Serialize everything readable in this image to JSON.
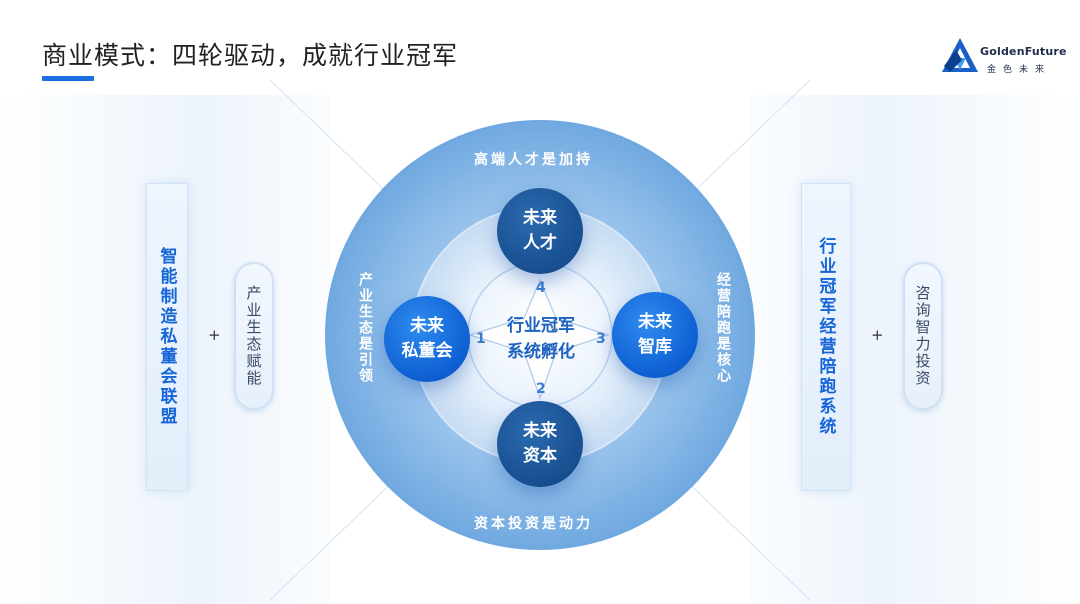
{
  "header": {
    "title": "商业模式：四轮驱动，成就行业冠军",
    "logo": {
      "en": "GoldenFuture",
      "cn": "金色未来"
    }
  },
  "left": {
    "card": "智能制造私董会联盟",
    "plus": "+",
    "pill": "产业生态赋能"
  },
  "right": {
    "card": "行业冠军经营陪跑系统",
    "plus": "+",
    "pill": "咨询智力投资"
  },
  "ring": {
    "top": "高端人才是加持",
    "bottom": "资本投资是动力",
    "left": "产业生态是引领",
    "right": "经营陪跑是核心"
  },
  "center": {
    "line1": "行业冠军",
    "line2": "系统孵化"
  },
  "nodes": {
    "top": {
      "line1": "未来",
      "line2": "人才"
    },
    "bottom": {
      "line1": "未来",
      "line2": "资本"
    },
    "left": {
      "line1": "未来",
      "line2": "私董会"
    },
    "right": {
      "line1": "未来",
      "line2": "智库"
    }
  },
  "numbers": {
    "left": "1",
    "bottom": "2",
    "right": "3",
    "top": "4"
  },
  "colors": {
    "accent": "#1a6fe0",
    "ring": "#7fb4e8",
    "node_blue": "#0e5fd2",
    "node_navy": "#174f90"
  }
}
